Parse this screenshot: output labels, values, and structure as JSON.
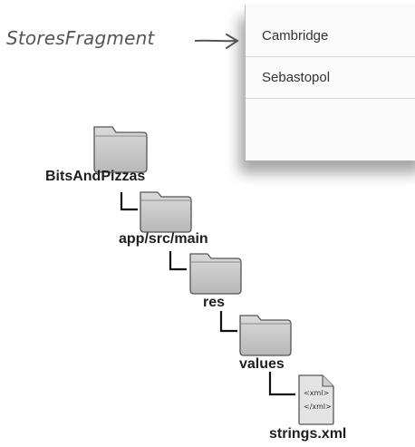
{
  "annotation": {
    "fragment_label": "StoresFragment"
  },
  "store_list": {
    "items": [
      {
        "label": "Cambridge"
      },
      {
        "label": "Sebastopol"
      },
      {
        "label": ""
      }
    ]
  },
  "tree": {
    "root": "BitsAndPizzas",
    "level1": "app/src/main",
    "level2": "res",
    "level3": "values",
    "file": "strings.xml",
    "file_icon_lines": [
      "<xml>",
      "</xml>"
    ]
  }
}
